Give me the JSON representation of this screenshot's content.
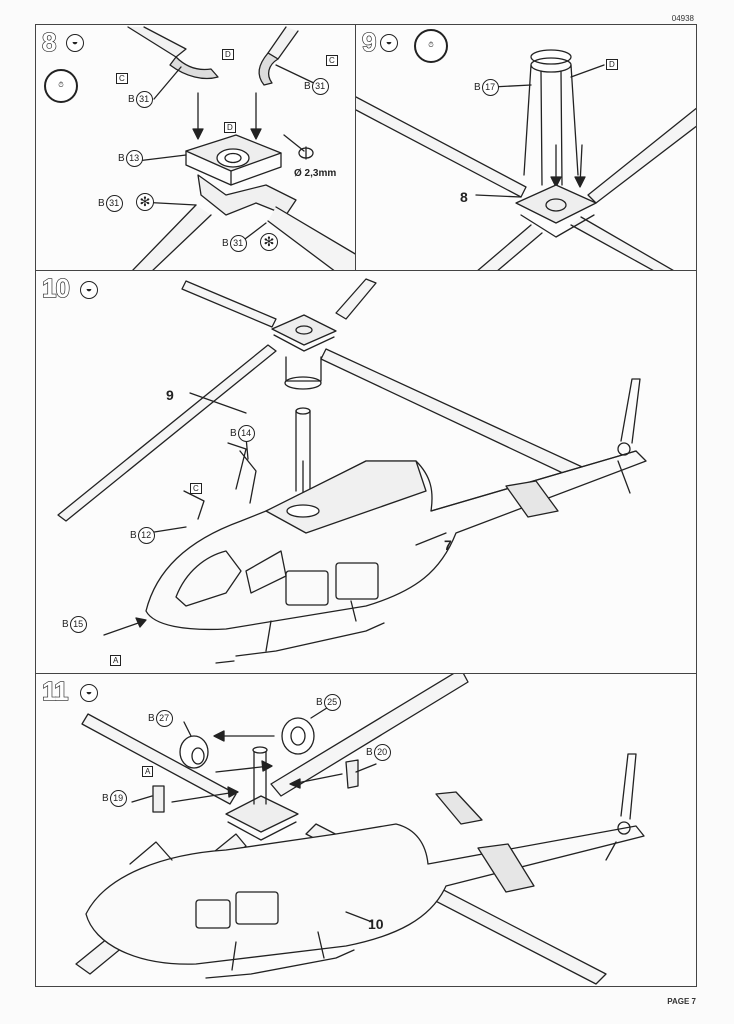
{
  "doc": {
    "code": "04938",
    "page": "PAGE 7"
  },
  "step8": {
    "number": "8",
    "flags": [
      "C",
      "D",
      "D"
    ],
    "parts": [
      {
        "letter": "B",
        "num": "31"
      },
      {
        "letter": "B",
        "num": "31"
      },
      {
        "letter": "B",
        "num": "13"
      },
      {
        "letter": "B",
        "num": "31"
      },
      {
        "letter": "B",
        "num": "31"
      }
    ],
    "flag_c2": "C",
    "drill": "Ø 2,3mm",
    "glue_symbol": "✻"
  },
  "step9": {
    "number": "9",
    "part": {
      "letter": "B",
      "num": "17"
    },
    "flag": "D",
    "ref": "8"
  },
  "step10": {
    "number": "10",
    "parts": [
      {
        "letter": "B",
        "num": "14"
      },
      {
        "letter": "B",
        "num": "12"
      },
      {
        "letter": "B",
        "num": "15"
      }
    ],
    "flags": [
      "C",
      "A"
    ],
    "refs": [
      "9",
      "7"
    ]
  },
  "step11": {
    "number": "11",
    "parts": [
      {
        "letter": "B",
        "num": "27"
      },
      {
        "letter": "B",
        "num": "25"
      },
      {
        "letter": "B",
        "num": "20"
      },
      {
        "letter": "B",
        "num": "19"
      }
    ],
    "flag": "A",
    "ref": "10"
  },
  "icons": {
    "glue": "glue-tube-icon",
    "clock": "clock-icon",
    "cement": "cement-symbol-icon"
  }
}
